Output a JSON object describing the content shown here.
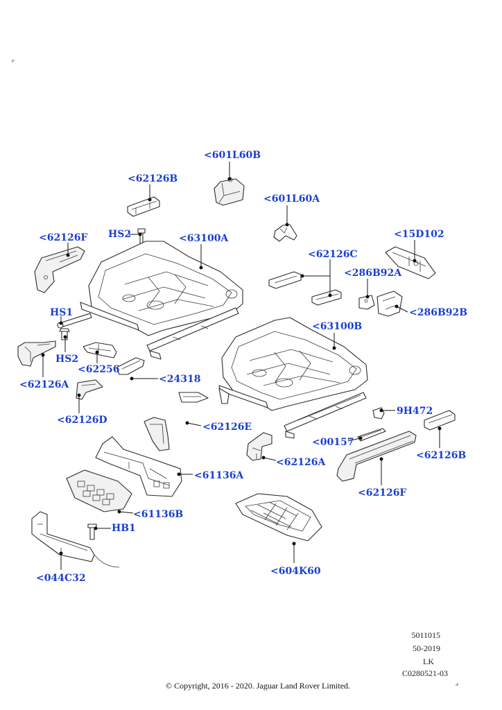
{
  "colors": {
    "label": "#1a3fd1",
    "line": "#2a2a2a"
  },
  "callouts": {
    "c601L60B": "<601L60B",
    "c62126B_top": "<62126B",
    "c601L60A": "<601L60A",
    "c62126F_left": "<62126F",
    "cHS2_top": "HS2",
    "c63100A": "<63100A",
    "c15D102": "<15D102",
    "c62126C": "<62126C",
    "c286B92A": "<286B92A",
    "c286B92B": "<286B92B",
    "cHS1": "HS1",
    "c63100B": "<63100B",
    "cHS2_bottom": "HS2",
    "c62256": "<62256",
    "c62126A_left": "<62126A",
    "c24318": "<24318",
    "c9H472": "9H472",
    "c62126D": "<62126D",
    "c62126E": "<62126E",
    "c00157": "<00157",
    "c62126A_right": "<62126A",
    "c62126B_right": "<62126B",
    "c61136A": "<61136A",
    "c62126F_right": "<62126F",
    "c61136B": "<61136B",
    "cHB1": "HB1",
    "c044C32": "<044C32",
    "c604K60": "<604K60"
  },
  "reference": {
    "line1": "5011015",
    "line2": "50-2019",
    "line3": "LK",
    "line4": "C0280521-03"
  },
  "copyright": "© Copyright, 2016 - 2020. Jaguar Land Rover Limited."
}
